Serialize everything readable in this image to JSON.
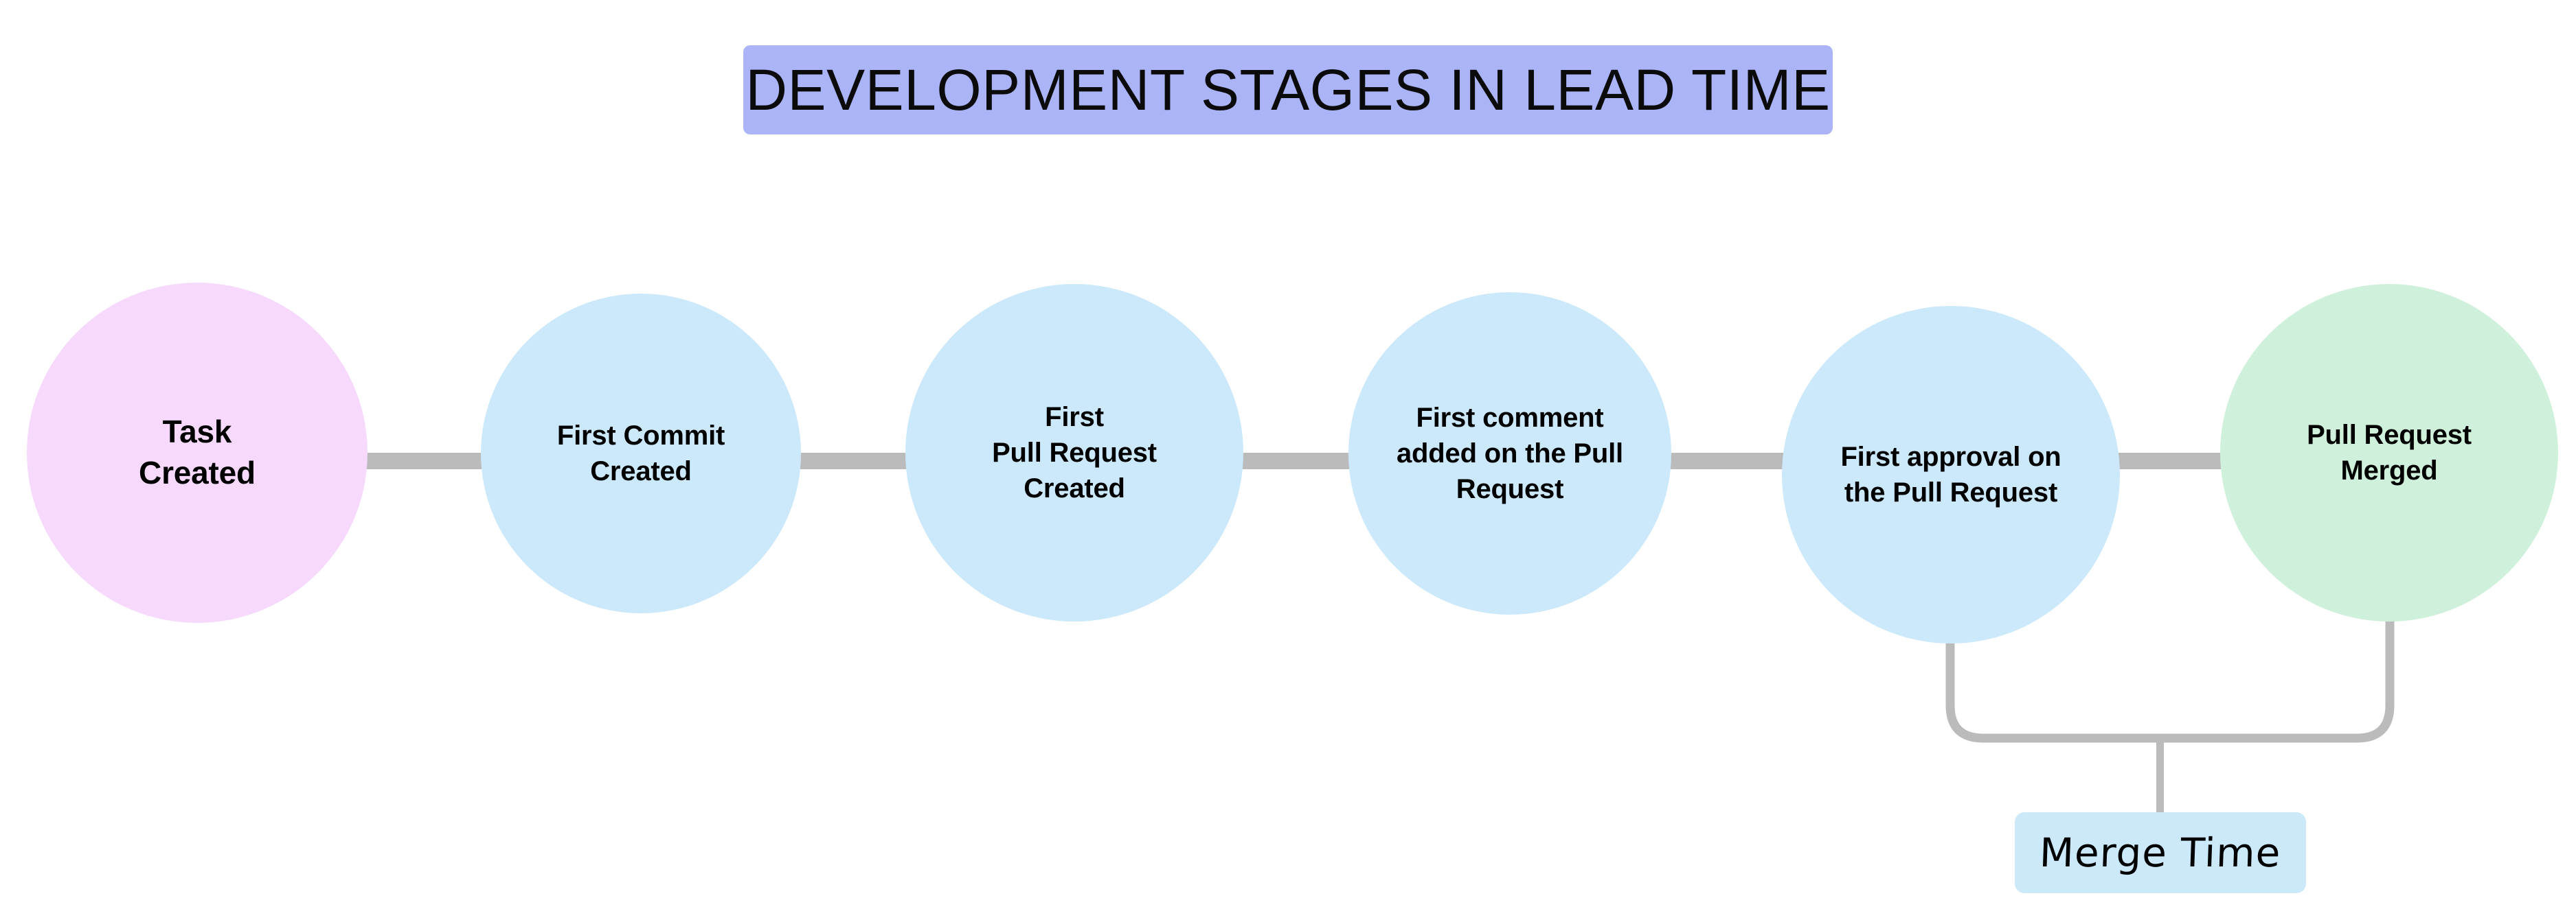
{
  "title": {
    "text": "DEVELOPMENT STAGES IN LEAD TIME",
    "background_color": "#AAB4F7",
    "text_color": "#0B0B0B"
  },
  "colors": {
    "start_node": "#F6D9FC",
    "middle_node": "#CCE9FB",
    "end_node": "#CFF1DC",
    "connector": "#BBBBBB",
    "callout": "#CCE9FA",
    "page_background": "#FFFFFF"
  },
  "stages": [
    {
      "label": "Task\nCreated",
      "color": "#F6D9FC",
      "order": 1
    },
    {
      "label": "First Commit\nCreated",
      "color": "#CCE9FB",
      "order": 2
    },
    {
      "label": "First\nPull Request\nCreated",
      "color": "#CCE9FB",
      "order": 3
    },
    {
      "label": "First comment\nadded on the Pull\nRequest",
      "color": "#CCE9FB",
      "order": 4
    },
    {
      "label": "First approval on\nthe Pull Request",
      "color": "#CCE9FB",
      "order": 5
    },
    {
      "label": "Pull Request\nMerged",
      "color": "#CFF1DC",
      "order": 6
    }
  ],
  "callout": {
    "label": "Merge Time",
    "background_color": "#CCE9FA",
    "spans_from": "First approval on the Pull Request",
    "spans_to": "Pull Request Merged"
  }
}
